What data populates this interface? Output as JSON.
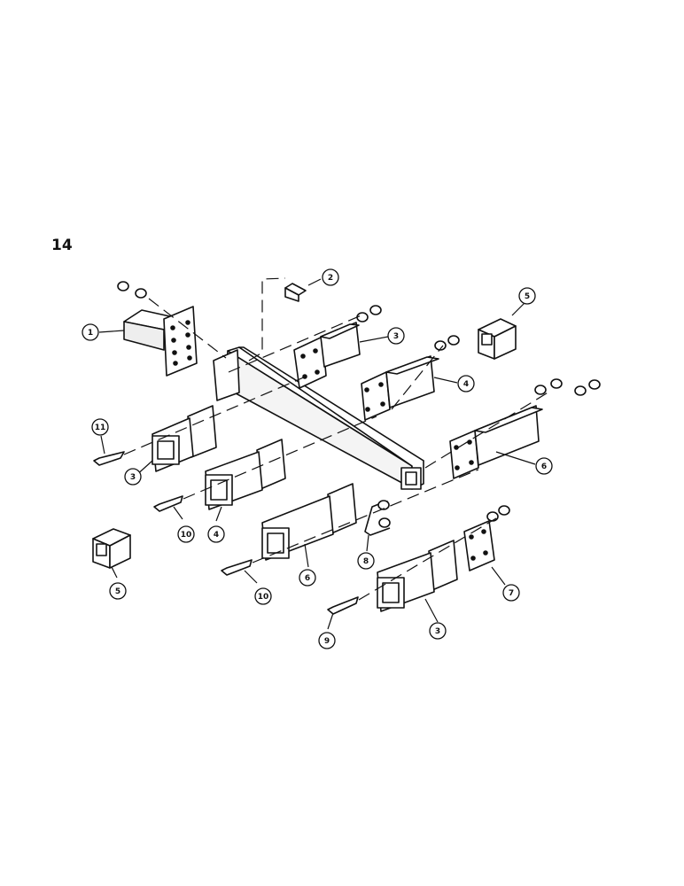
{
  "figure": {
    "page_number": "14",
    "line_color": "#111111",
    "callouts": [
      {
        "id": "c1",
        "label": "1"
      },
      {
        "id": "c2",
        "label": "2"
      },
      {
        "id": "c3a",
        "label": "3"
      },
      {
        "id": "c5a",
        "label": "5"
      },
      {
        "id": "c4a",
        "label": "4"
      },
      {
        "id": "c6a",
        "label": "6"
      },
      {
        "id": "c11",
        "label": "11"
      },
      {
        "id": "c3b",
        "label": "3"
      },
      {
        "id": "c10a",
        "label": "10"
      },
      {
        "id": "c4b",
        "label": "4"
      },
      {
        "id": "c8",
        "label": "8"
      },
      {
        "id": "c7",
        "label": "7"
      },
      {
        "id": "c5b",
        "label": "5"
      },
      {
        "id": "c10b",
        "label": "10"
      },
      {
        "id": "c6b",
        "label": "6"
      },
      {
        "id": "c9",
        "label": "9"
      },
      {
        "id": "c3c",
        "label": "3"
      }
    ]
  }
}
